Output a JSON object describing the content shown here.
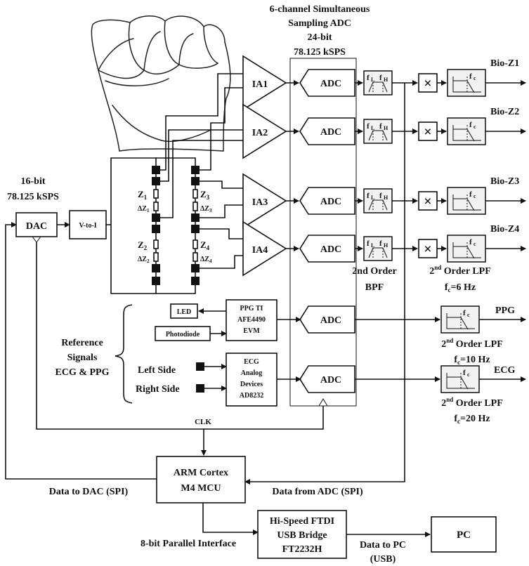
{
  "adc_header": {
    "line1": "6-channel Simultaneous",
    "line2": "Sampling ADC",
    "line3": "24-bit",
    "line4": "78.125 kSPS"
  },
  "dac_header": {
    "line1": "16-bit",
    "line2": "78.125 kSPS"
  },
  "blocks": {
    "dac": "DAC",
    "v_to_i": "V-to-I",
    "adc": "ADC",
    "mcu_line1": "ARM Cortex",
    "mcu_line2": "M4 MCU",
    "ftdi_line1": "Hi-Speed FTDI",
    "ftdi_line2": "USB Bridge",
    "ftdi_line3": "FT2232H",
    "pc": "PC",
    "led": "LED",
    "photodiode": "Photodiode",
    "ppg_line1": "PPG TI",
    "ppg_line2": "AFE4490",
    "ppg_line3": "EVM",
    "ecg_line1": "ECG",
    "ecg_line2": "Analog",
    "ecg_line3": "Devices",
    "ecg_line4": "AD8232"
  },
  "amplifiers": [
    "IA1",
    "IA2",
    "IA3",
    "IA4"
  ],
  "outputs": [
    "Bio-Z1",
    "Bio-Z2",
    "Bio-Z3",
    "Bio-Z4",
    "PPG",
    "ECG"
  ],
  "impedances": {
    "z1": "Z",
    "z1_sub": "1",
    "dz1": "ΔZ",
    "dz1_sub": "1",
    "z2": "Z",
    "z2_sub": "2",
    "dz2": "ΔZ",
    "dz2_sub": "2",
    "z3": "Z",
    "z3_sub": "3",
    "dz3": "ΔZ",
    "dz3_sub": "3",
    "z4": "Z",
    "z4_sub": "4",
    "dz4": "ΔZ",
    "dz4_sub": "4"
  },
  "filter_glyphs": {
    "f": "f",
    "low": "L",
    "high": "H",
    "cut": "c",
    "multiply": "×"
  },
  "labels": {
    "bpf_line1": "2nd Order",
    "bpf_line2": "BPF",
    "lpf_num": "2",
    "lpf_sup": "nd",
    "lpf_rest": " Order LPF",
    "fc6": "=6 Hz",
    "fc10": "=10 Hz",
    "fc20": "=20 Hz",
    "ref_line1": "Reference",
    "ref_line2": "Signals",
    "ref_line3": "ECG & PPG",
    "left_side": "Left Side",
    "right_side": "Right Side",
    "clk": "CLK",
    "data_to_dac": "Data to DAC (SPI)",
    "data_from_adc": "Data from ADC (SPI)",
    "parallel": "8-bit Parallel Interface",
    "data_to_pc_line1": "Data to PC",
    "data_to_pc_line2": "(USB)"
  }
}
